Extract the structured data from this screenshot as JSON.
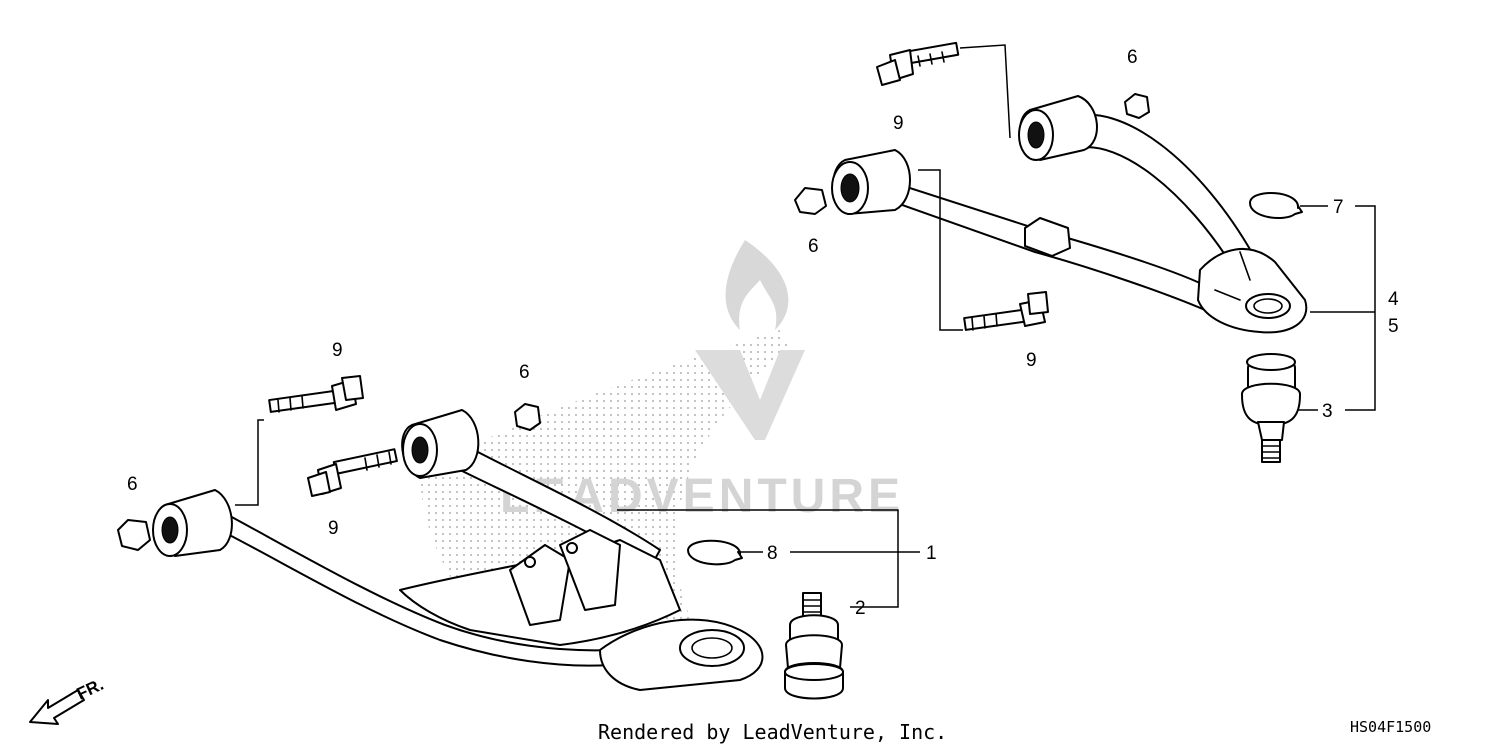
{
  "watermark": {
    "text": "LEADVENTURE"
  },
  "callouts": {
    "n1": "1",
    "n2": "2",
    "n3": "3",
    "n4": "4",
    "n5": "5",
    "n6a": "6",
    "n6b": "6",
    "n6c": "6",
    "n6d": "6",
    "n7": "7",
    "n8": "8",
    "n9a": "9",
    "n9b": "9",
    "n9c": "9",
    "n9d": "9"
  },
  "direction": {
    "label": "FR."
  },
  "footer": {
    "credit": "Rendered by LeadVenture, Inc.",
    "code": "HS04F1500"
  }
}
